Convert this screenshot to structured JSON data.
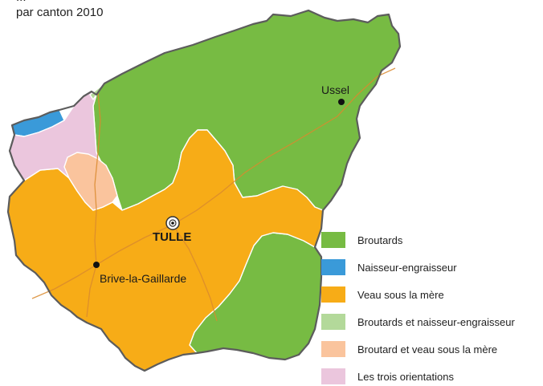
{
  "title": {
    "line1": "...",
    "line2": "par canton 2010"
  },
  "places": {
    "ussel": "Ussel",
    "tulle": "TULLE",
    "brive": "Brive-la-Gaillarde"
  },
  "legend": [
    {
      "label": "Broutards",
      "color": "#77bb43"
    },
    {
      "label": "Naisseur-engraisseur",
      "color": "#3a9ad9"
    },
    {
      "label": "Veau sous la mère",
      "color": "#f7ac17"
    },
    {
      "label": "Broutards et naisseur-engraisseur",
      "color": "#b3d99a"
    },
    {
      "label": "Broutard et veau sous la mère",
      "color": "#fac49d"
    },
    {
      "label": "Les trois orientations",
      "color": "#ebc6dd"
    }
  ]
}
